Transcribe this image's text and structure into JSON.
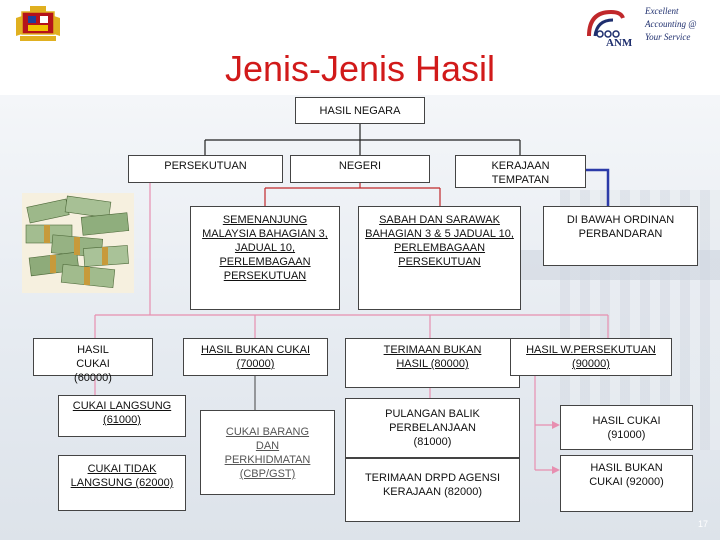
{
  "title": "Jenis-Jenis Hasil",
  "header": {
    "tagline": [
      "Excellent",
      "Accounting @",
      "Your Service"
    ],
    "brand": "ANM"
  },
  "nodes": {
    "root": "HASIL NEGARA",
    "persekutuan": "PERSEKUTUAN",
    "negeri": "NEGERI",
    "kerajaan_tempatan": "KERAJAAN TEMPATAN",
    "semenanjung": "SEMENANJUNG MALAYSIA BAHAGIAN 3, JADUAL 10, PERLEMBAGAAN PERSEKUTUAN",
    "sabah_sarawak": "SABAH DAN SARAWAK BAHAGIAN 3 & 5 JADUAL 10, PERLEMBAGAAN PERSEKUTUAN",
    "di_bawah_ordinan": "DI BAWAH ORDINAN PERBANDARAN",
    "hasil_cukai": "HASIL CUKAI (60000)",
    "hasil_bukan_cukai": "HASIL BUKAN CUKAI (70000)",
    "terimaan_bukan_hasil": "TERIMAAN BUKAN HASIL (80000)",
    "hasil_w_persekutuan": "HASIL W.PERSEKUTUAN (90000)",
    "cukai_langsung": "CUKAI LANGSUNG (61000)",
    "cukai_tidak_langsung": "CUKAI TIDAK LANGSUNG (62000)",
    "cukai_barang": "CUKAI BARANG DAN PERKHIDMATAN (CBP/GST)",
    "pulangan_balik": "PULANGAN BALIK PERBELANJAAN (81000)",
    "terimaan_drpd_agensi": "TERIMAAN DRPD AGENSI KERAJAAN (82000)",
    "hasil_cukai_91": "HASIL CUKAI (91000)",
    "hasil_bukan_cukai_92": "HASIL BUKAN CUKAI (92000)"
  },
  "page_number": "17",
  "colors": {
    "title": "#d11a1a",
    "line_red": "#c0282b",
    "line_pink": "#e78fb0",
    "line_blue": "#2b3aa8",
    "line_dark": "#222222"
  }
}
